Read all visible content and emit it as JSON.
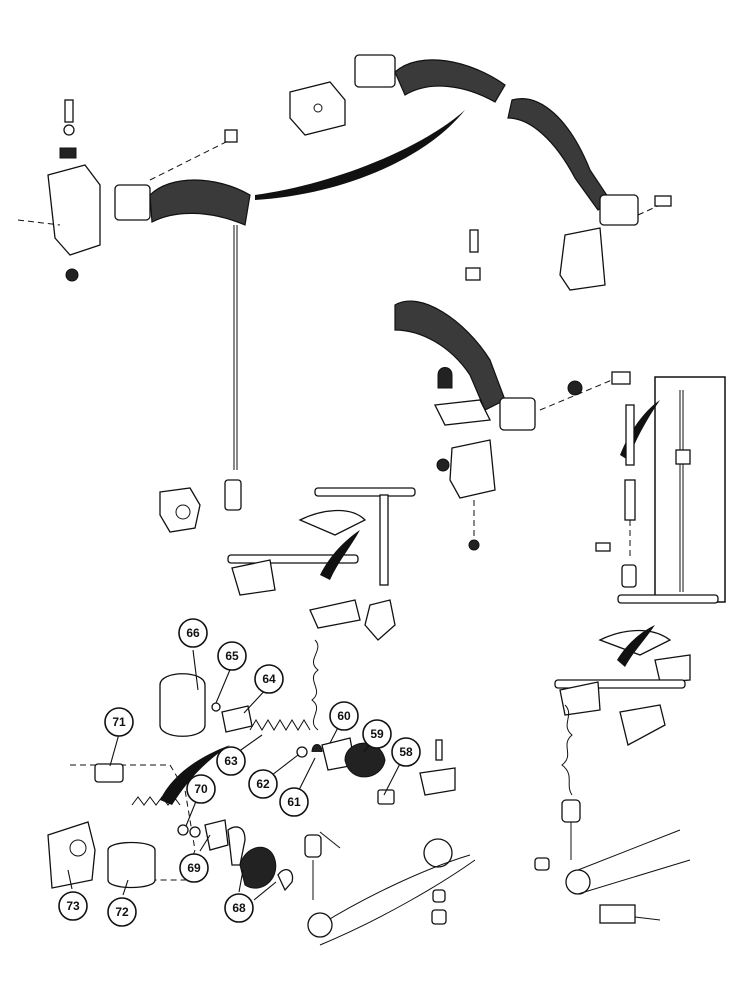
{
  "callouts": [
    {
      "id": "c58",
      "label": "58"
    },
    {
      "id": "c59",
      "label": "59"
    },
    {
      "id": "c60",
      "label": "60"
    },
    {
      "id": "c61",
      "label": "61"
    },
    {
      "id": "c62",
      "label": "62"
    },
    {
      "id": "c63",
      "label": "63"
    },
    {
      "id": "c64",
      "label": "64"
    },
    {
      "id": "c65",
      "label": "65"
    },
    {
      "id": "c66",
      "label": "66"
    },
    {
      "id": "c68",
      "label": "68"
    },
    {
      "id": "c69",
      "label": "69"
    },
    {
      "id": "c70",
      "label": "70"
    },
    {
      "id": "c71",
      "label": "71"
    },
    {
      "id": "c72",
      "label": "72"
    },
    {
      "id": "c73",
      "label": "73"
    }
  ]
}
